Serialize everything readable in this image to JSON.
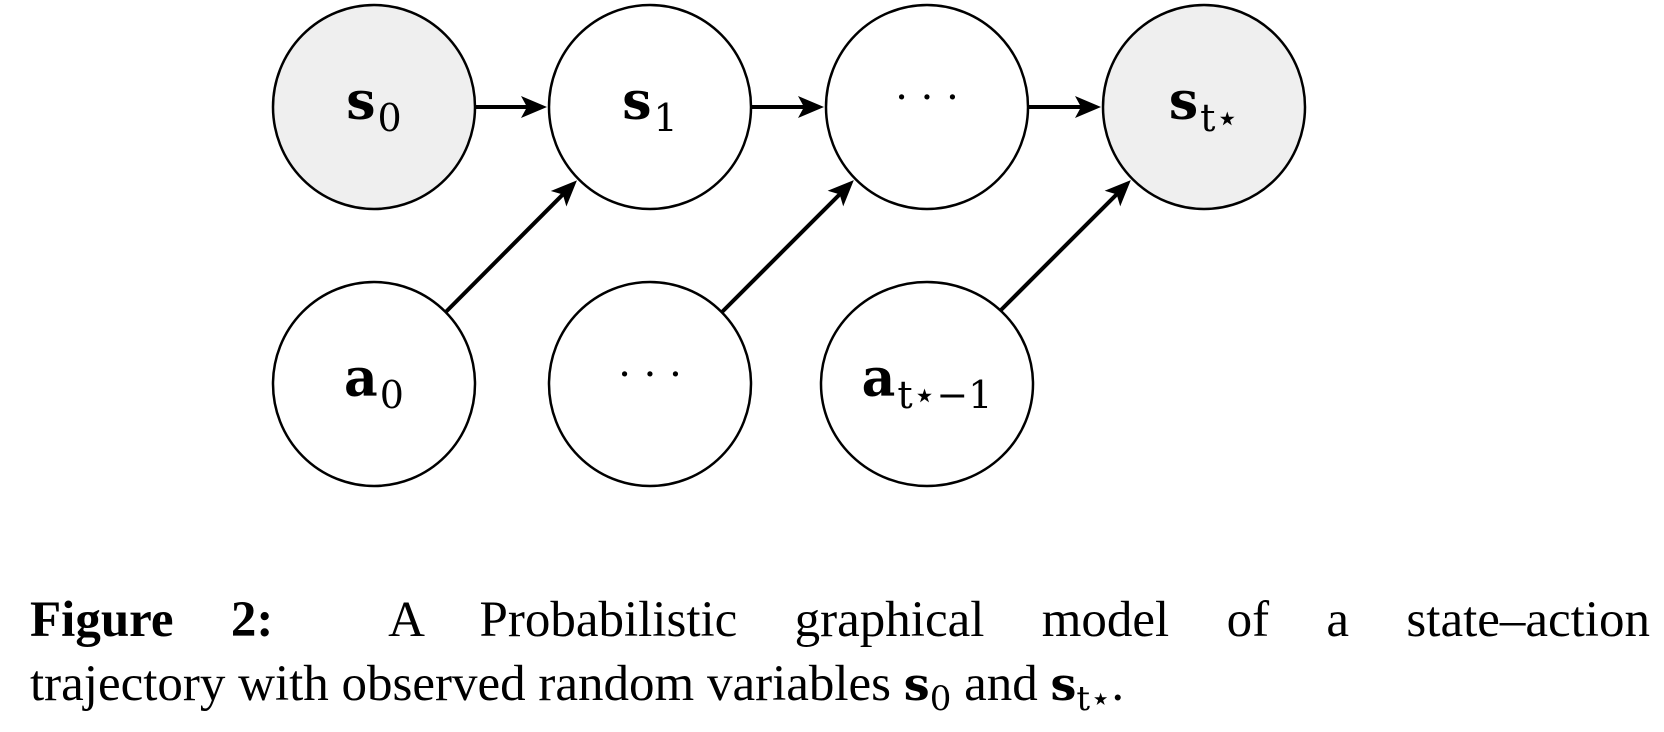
{
  "nodes": [
    {
      "id": "s0",
      "main": "s",
      "sub": "0",
      "observed": true,
      "row": 0,
      "col": 0
    },
    {
      "id": "s1",
      "main": "s",
      "sub": "1",
      "observed": false,
      "row": 0,
      "col": 1
    },
    {
      "id": "s_dots",
      "main": "· · ·",
      "sub": "",
      "observed": false,
      "row": 0,
      "col": 2
    },
    {
      "id": "s_tstar",
      "main": "s",
      "sub": "t⋆",
      "observed": true,
      "row": 0,
      "col": 3
    },
    {
      "id": "a0",
      "main": "a",
      "sub": "0",
      "observed": false,
      "row": 1,
      "col": 0
    },
    {
      "id": "a_dots",
      "main": "· · ·",
      "sub": "",
      "observed": false,
      "row": 1,
      "col": 1
    },
    {
      "id": "a_tstar_minus1",
      "main": "a",
      "sub": "t⋆−1",
      "observed": false,
      "row": 1,
      "col": 2
    }
  ],
  "edges": [
    {
      "from": "s0",
      "to": "s1"
    },
    {
      "from": "s1",
      "to": "s_dots"
    },
    {
      "from": "s_dots",
      "to": "s_tstar"
    },
    {
      "from": "a0",
      "to": "s1"
    },
    {
      "from": "a_dots",
      "to": "s_dots"
    },
    {
      "from": "a_tstar_minus1",
      "to": "s_tstar"
    }
  ],
  "colors": {
    "observed_fill": "#efefef",
    "latent_fill": "#ffffff",
    "stroke": "#000000"
  },
  "caption": {
    "label": "Figure 2:",
    "text_part1": "A Probabilistic graphical model of a state–action",
    "text_part2": "trajectory with observed random variables",
    "var1_main": "s",
    "var1_sub": "0",
    "conjunction": "and",
    "var2_main": "s",
    "var2_sub": "t⋆",
    "end": "."
  }
}
